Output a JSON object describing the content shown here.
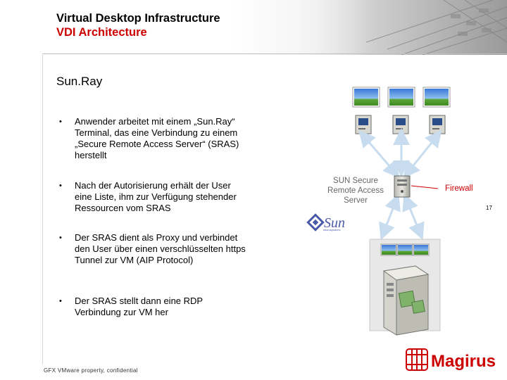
{
  "header": {
    "title": "Virtual Desktop Infrastructure",
    "subtitle": "VDI Architecture"
  },
  "section_title": "Sun.Ray",
  "bullets": [
    "Anwender arbeitet mit einem „Sun.Ray“ Terminal, das eine Verbindung zu einem „Secure Remote Access Server“ (SRAS) herstellt",
    "Nach der Autorisierung erhält der User eine Liste, ihm zur Verfügung stehender Ressourcen vom SRAS",
    "Der SRAS dient als Proxy und verbindet den User über einen verschlüsselten https Tunnel zur VM (AIP Protocol)",
    "Der SRAS stellt dann eine RDP Verbindung zur VM her"
  ],
  "bullet_symbol": "•",
  "diagram": {
    "server_label": "SUN Secure Remote Access Server",
    "firewall_label": "Firewall",
    "sun_logo_text": "Sun",
    "sun_logo_sub": "microsystems"
  },
  "page_number": "17",
  "footer": "GFX VMware property, confidential",
  "brand": {
    "name": "Magirus",
    "color": "#cc0000"
  }
}
